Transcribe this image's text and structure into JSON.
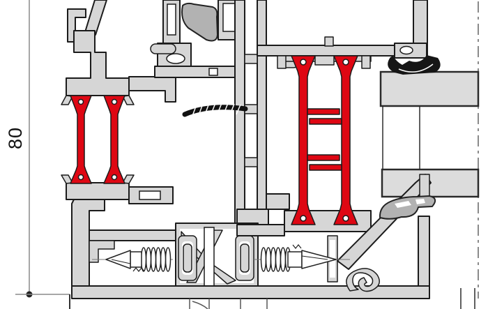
{
  "drawing": {
    "kind": "aluminium-window-profile-cross-section",
    "dimension": {
      "label": "80"
    },
    "colors": {
      "background": "#ffffff",
      "aluminum_fill": "#d6d6d6",
      "aluminum_stroke": "#1b1b1b",
      "thermal_break_red": "#de0713",
      "gasket_black": "#161616",
      "gasket_gray": "#b2b2b2",
      "glass_fill": "#dcdcdc",
      "dimension_line": "#8a8a8a"
    },
    "components": [
      "outer-frame-profile",
      "sash-profile",
      "central-mullion-profile",
      "bottom-frame-profile",
      "thermal-break-left",
      "thermal-break-right",
      "glazing-panel",
      "glazing-gasket-black",
      "glazing-wedge-gasket",
      "brush-seal",
      "self-drilling-screw-left",
      "self-drilling-screw-right",
      "dimension-80"
    ]
  }
}
